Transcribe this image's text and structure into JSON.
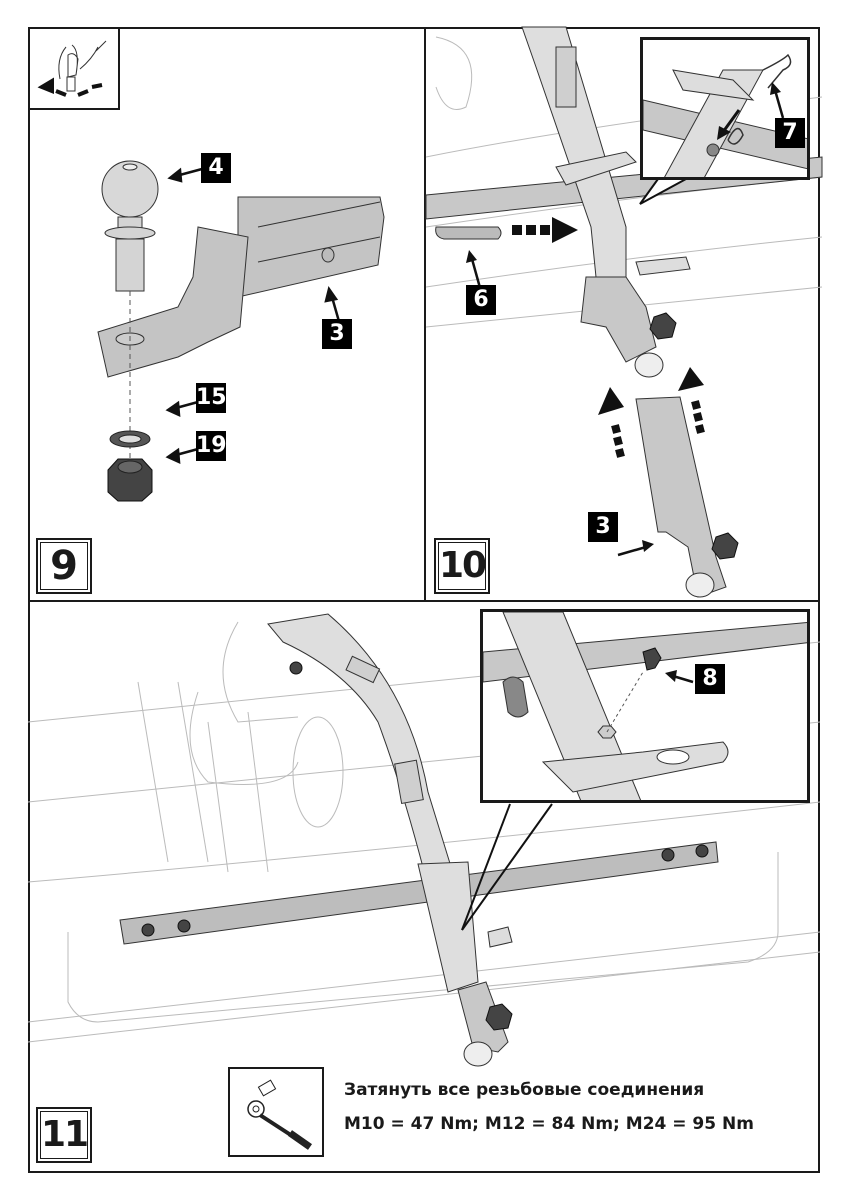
{
  "steps": [
    {
      "number": "9",
      "callouts": [
        "4",
        "3",
        "15",
        "19"
      ]
    },
    {
      "number": "10",
      "callouts": [
        "6",
        "7",
        "3"
      ]
    },
    {
      "number": "11",
      "callouts": [
        "8"
      ]
    }
  ],
  "note": {
    "line1": "Затянуть все резьбовые соединения",
    "line2": "M10 = 47 Nm; M12 = 84 Nm; M24 = 95 Nm"
  },
  "icons": {
    "hand_install": "hand-install-icon",
    "torque_wrench": "torque-wrench-icon"
  }
}
